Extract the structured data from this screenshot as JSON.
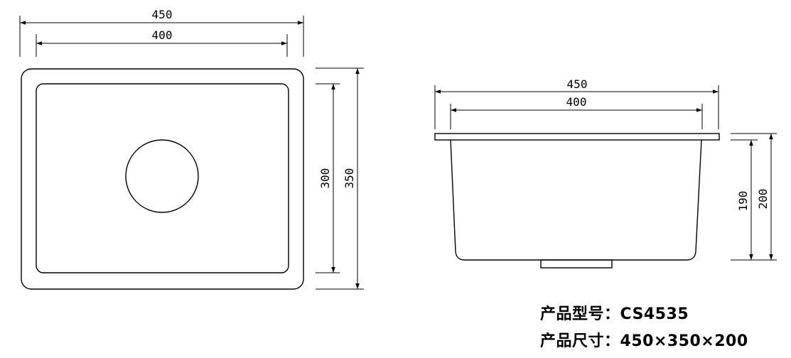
{
  "top_view": {
    "overall_width": "450",
    "inner_width": "400",
    "inner_height": "300",
    "overall_height": "350"
  },
  "side_view": {
    "overall_width": "450",
    "inner_width": "400",
    "inner_depth": "190",
    "overall_depth": "200"
  },
  "product": {
    "model_label": "产品型号：",
    "model_value": "CS4535",
    "size_label": "产品尺寸：",
    "size_value": "450×350×200"
  }
}
